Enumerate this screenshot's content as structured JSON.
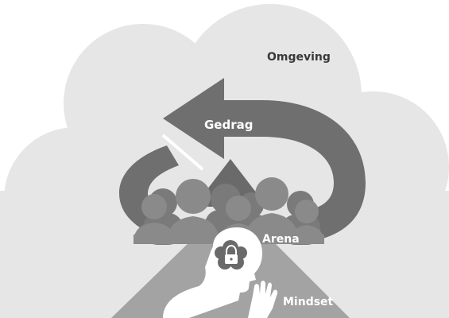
{
  "diagram": {
    "labels": {
      "environment": "Omgeving",
      "behavior": "Gedrag",
      "arena": "Arena",
      "mindset": "Mindset"
    },
    "colors": {
      "background": "#ffffff",
      "cloud": "#e6e6e6",
      "arrow": "#6f6f6f",
      "crowd": "#8a8a8a",
      "mindset_path": "#a3a3a3",
      "person": "#ffffff",
      "thought_cloud": "#6a6a6a"
    },
    "icons": [
      "cloud-shape",
      "circular-arrow",
      "crowd-silhouettes",
      "person-silhouette",
      "thought-cloud-icon",
      "padlock-icon",
      "raised-hand-icon"
    ]
  }
}
